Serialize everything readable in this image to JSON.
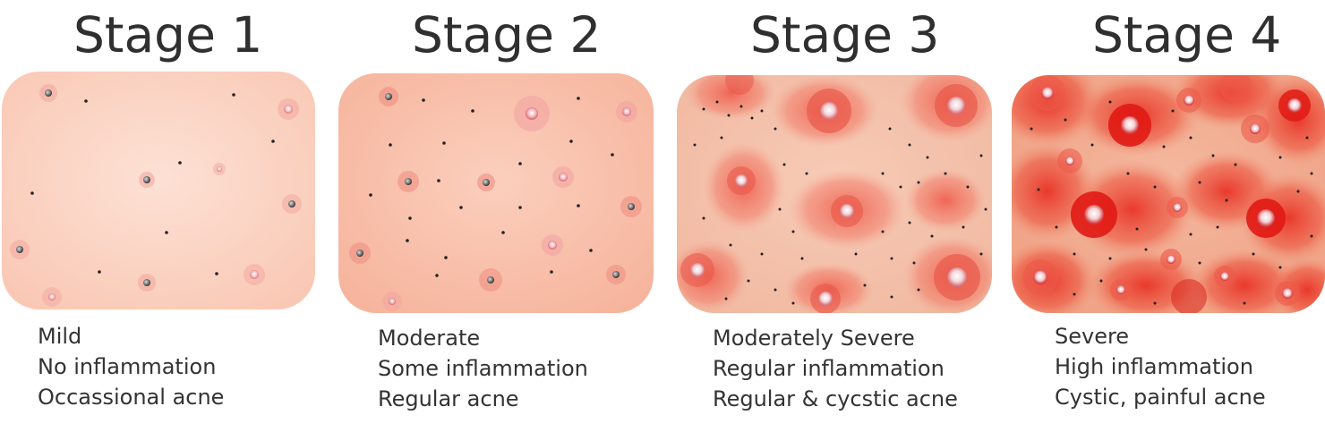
{
  "stages": [
    {
      "title": "Stage 1",
      "lines": [
        "Mild",
        "No inflammation",
        "Occassional acne"
      ]
    },
    {
      "title": "Stage 2",
      "lines": [
        "Moderate",
        "Some inflammation",
        "Regular acne"
      ]
    },
    {
      "title": "Stage 3",
      "lines": [
        "Moderately Severe",
        "Regular inflammation",
        "Regular & cycstic acne"
      ]
    },
    {
      "title": "Stage 4",
      "lines": [
        "Severe",
        "High inflammation",
        "Cystic, painful acne"
      ]
    }
  ],
  "colors": {
    "skin_light": "#fbd3c2",
    "skin_mid": "#f7b9a3",
    "inflamed": "#ef6a55",
    "severe": "#e8352a",
    "text": "#333333"
  }
}
